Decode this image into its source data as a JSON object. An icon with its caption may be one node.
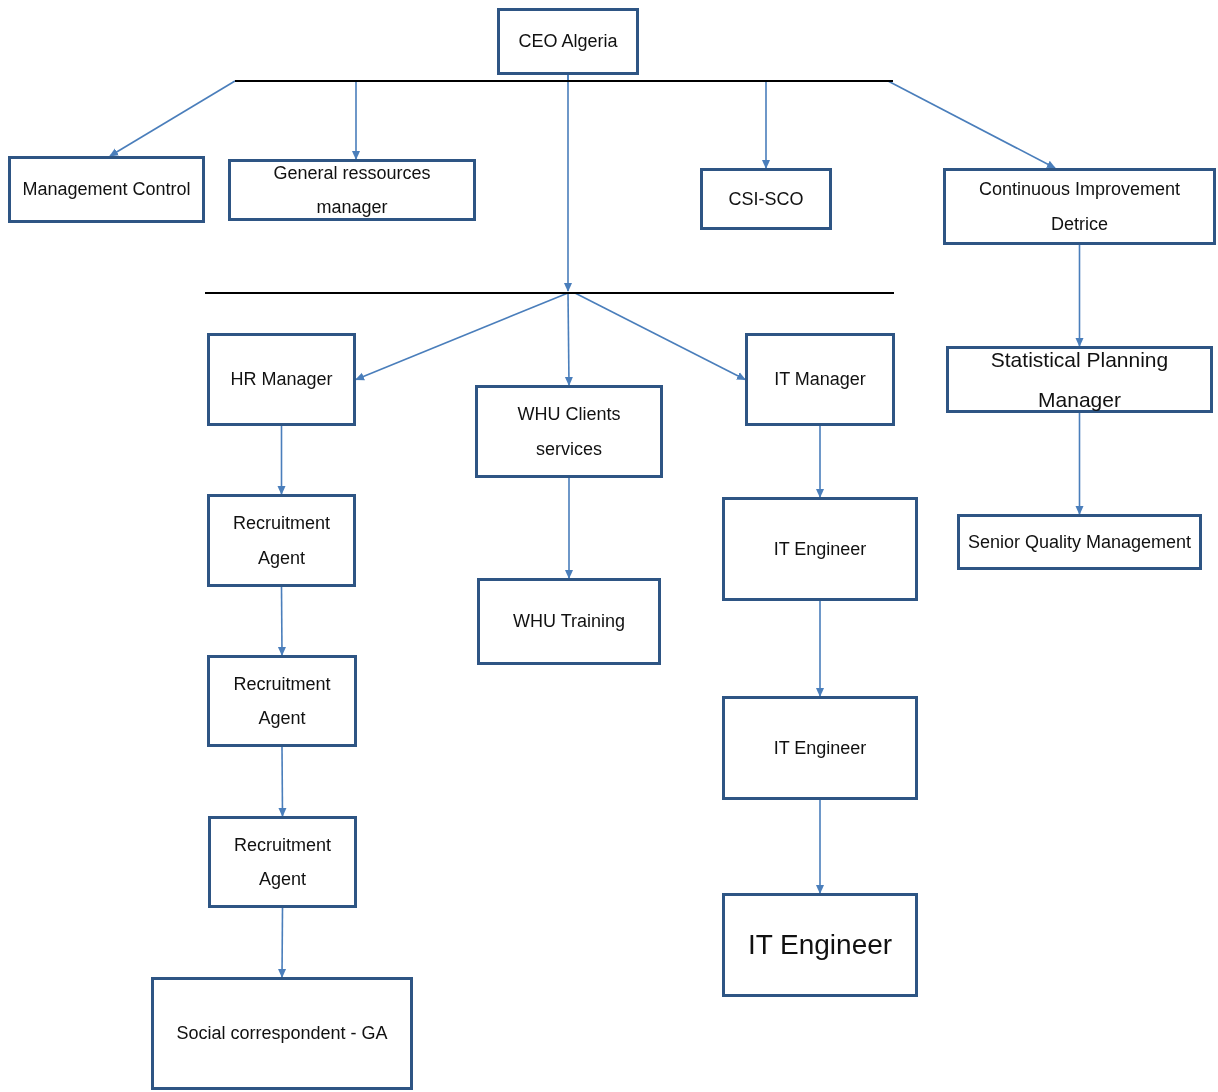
{
  "diagram": {
    "nodes": [
      {
        "text": [
          "CEO Algeria"
        ]
      },
      {
        "text": [],
        "shape": "bar"
      },
      {
        "text": [
          "Management Control"
        ]
      },
      {
        "text": [
          "General ressources manager"
        ]
      },
      {
        "text": [
          "CSI-SCO"
        ]
      },
      {
        "text": [
          "Continuous Improvement Detrice"
        ]
      },
      {
        "text": [],
        "shape": "bar"
      },
      {
        "text": [
          "HR Manager"
        ]
      },
      {
        "text": [
          "WHU Clients services"
        ]
      },
      {
        "text": [
          "IT Manager"
        ]
      },
      {
        "text": [
          "Statistical Planning Manager"
        ]
      },
      {
        "text": [
          "Recruitment Agent"
        ]
      },
      {
        "text": [
          "WHU Training"
        ]
      },
      {
        "text": [
          "IT Engineer"
        ]
      },
      {
        "text": [
          "Senior Quality Management"
        ]
      },
      {
        "text": [
          "Recruitment Agent"
        ]
      },
      {
        "text": [
          "IT Engineer"
        ]
      },
      {
        "text": [
          "Recruitment Agent"
        ]
      },
      {
        "text": [
          "IT Engineer"
        ]
      },
      {
        "text": [
          "Social correspondent - GA"
        ]
      }
    ],
    "edges": [
      {
        "from": 0,
        "to": 1,
        "arrow": "none"
      },
      {
        "from": 1,
        "to": 2,
        "arrow": "to"
      },
      {
        "from": 1,
        "to": 3,
        "arrow": "to"
      },
      {
        "from": 1,
        "to": 4,
        "arrow": "to"
      },
      {
        "from": 1,
        "to": 5,
        "arrow": "to"
      },
      {
        "from": 0,
        "to": 6,
        "arrow": "to"
      },
      {
        "from": 6,
        "to": 7,
        "arrow": "to"
      },
      {
        "from": 6,
        "to": 8,
        "arrow": "to"
      },
      {
        "from": 6,
        "to": 9,
        "arrow": "to"
      },
      {
        "from": 5,
        "to": 10,
        "arrow": "to"
      },
      {
        "from": 10,
        "to": 14,
        "arrow": "to"
      },
      {
        "from": 7,
        "to": 11,
        "arrow": "to"
      },
      {
        "from": 11,
        "to": 15,
        "arrow": "to"
      },
      {
        "from": 15,
        "to": 17,
        "arrow": "to"
      },
      {
        "from": 17,
        "to": 19,
        "arrow": "to"
      },
      {
        "from": 8,
        "to": 12,
        "arrow": "to"
      },
      {
        "from": 9,
        "to": 13,
        "arrow": "to"
      },
      {
        "from": 13,
        "to": 16,
        "arrow": "to"
      },
      {
        "from": 16,
        "to": 18,
        "arrow": "to"
      }
    ]
  }
}
